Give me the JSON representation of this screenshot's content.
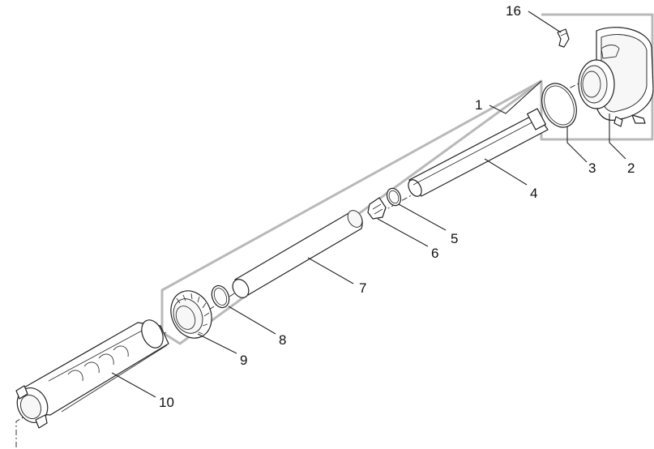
{
  "diagram": {
    "callouts": [
      {
        "id": "1",
        "label": "1"
      },
      {
        "id": "2",
        "label": "2"
      },
      {
        "id": "3",
        "label": "3"
      },
      {
        "id": "4",
        "label": "4"
      },
      {
        "id": "5",
        "label": "5"
      },
      {
        "id": "6",
        "label": "6"
      },
      {
        "id": "7",
        "label": "7"
      },
      {
        "id": "8",
        "label": "8"
      },
      {
        "id": "9",
        "label": "9"
      },
      {
        "id": "10",
        "label": "10"
      },
      {
        "id": "16",
        "label": "16"
      }
    ],
    "colors": {
      "frame": "#b9b9b9",
      "line": "#222222",
      "background": "#ffffff"
    }
  }
}
